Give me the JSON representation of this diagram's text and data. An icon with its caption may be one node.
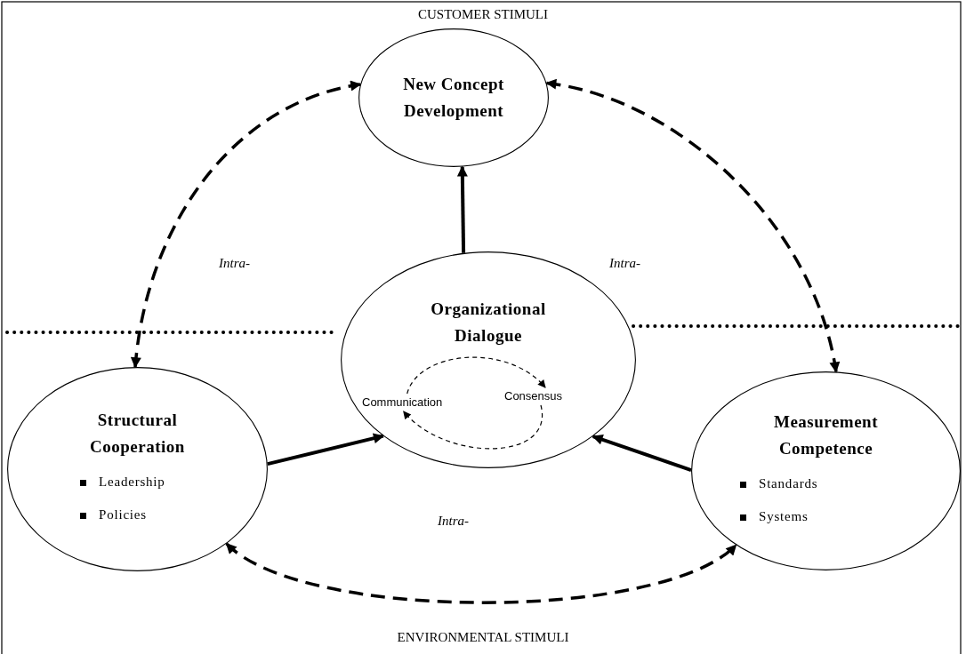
{
  "diagram": {
    "nodes": [
      {
        "text": [
          "New Concept Development"
        ]
      },
      {
        "text": [
          "Organizational Dialogue"
        ]
      },
      {
        "text": [
          "Communication"
        ],
        "in": 1
      },
      {
        "text": [
          "Consensus"
        ],
        "in": 1
      },
      {
        "text": [
          "Structural Cooperation",
          "Leadership",
          "Policies"
        ]
      },
      {
        "text": [
          "Measurement Competence",
          "Standards",
          "Systems"
        ]
      }
    ],
    "edges": [
      {
        "from": 1,
        "to": 0,
        "arrow": "to"
      },
      {
        "from": 4,
        "to": 1,
        "arrow": "to"
      },
      {
        "from": 5,
        "to": 1,
        "arrow": "to"
      },
      {
        "from": 4,
        "to": 0,
        "arrow": "both",
        "style": "dashed"
      },
      {
        "from": 0,
        "to": 5,
        "arrow": "both",
        "style": "dashed"
      },
      {
        "from": 4,
        "to": 5,
        "arrow": "both",
        "style": "dashed"
      },
      {
        "from": 2,
        "to": 3,
        "arrow": "to",
        "style": "dashed"
      },
      {
        "from": 3,
        "to": 2,
        "arrow": "to",
        "style": "dashed"
      }
    ],
    "labels": [
      "CUSTOMER STIMULI",
      "Intra-",
      "Intra-",
      "Intra-",
      "ENVIRONMENTAL STIMULI"
    ]
  }
}
